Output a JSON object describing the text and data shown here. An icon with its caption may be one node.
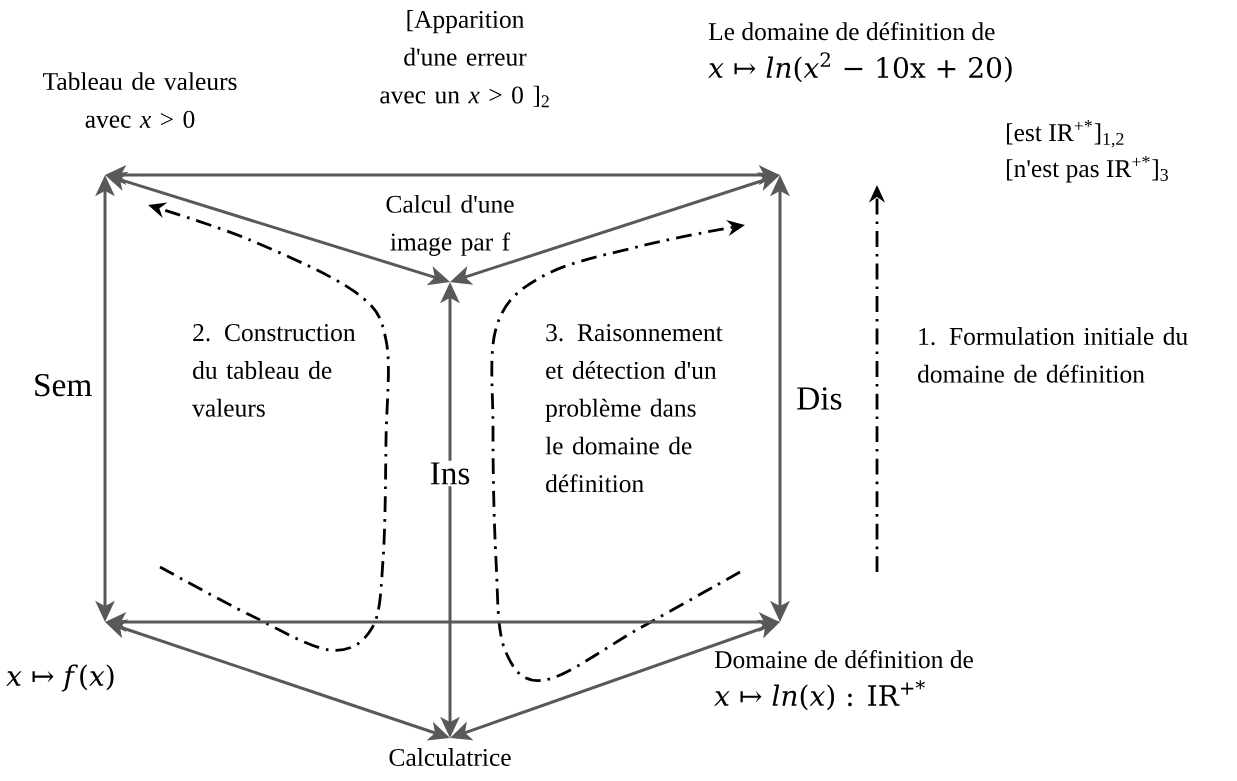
{
  "diagram": {
    "nodes": [
      {
        "text": [
          "Tableau de valeurs avec *x* > 0"
        ]
      },
      {
        "text": [
          "Le domaine de définition de",
          "*x* ↦ *ln*(*x*$^{2}$ − 10x + 20)"
        ]
      },
      {
        "text": [
          "Calcul d'une image par f"
        ]
      },
      {
        "text": [
          "*x* ↦ *f*(*x*)"
        ]
      },
      {
        "text": [
          "Domaine de définition de",
          "*x* ↦ *ln*(*x*) : IR$^{+*}$"
        ]
      },
      {
        "text": [
          "Calculatrice"
        ]
      }
    ],
    "edges": [
      {
        "from": 0,
        "to": 1,
        "arrow": "both"
      },
      {
        "from": 2,
        "to": 0,
        "arrow": "both"
      },
      {
        "from": 2,
        "to": 1,
        "arrow": "both"
      },
      {
        "from": 0,
        "to": 3,
        "arrow": "both",
        "label": "Sem"
      },
      {
        "from": 2,
        "to": 5,
        "arrow": "both",
        "label": "Ins"
      },
      {
        "from": 1,
        "to": 4,
        "arrow": "both",
        "label": "Dis"
      },
      {
        "from": 3,
        "to": 4,
        "arrow": "both"
      },
      {
        "from": 5,
        "to": 3,
        "arrow": "both"
      },
      {
        "from": 5,
        "to": 4,
        "arrow": "both"
      }
    ],
    "labels": [
      "[Apparition d'une erreur avec un *x* > 0 ]$_{2}$",
      "[est IR$^{+*}$]$_{1,2}$",
      "[n'est pas IR$^{+*}$]$_{3}$",
      "2. Construction du tableau de valeurs",
      "3. Raisonnement et détection d'un problème dans le domaine de définition",
      "1. Formulation initiale du domaine de définition"
    ]
  }
}
